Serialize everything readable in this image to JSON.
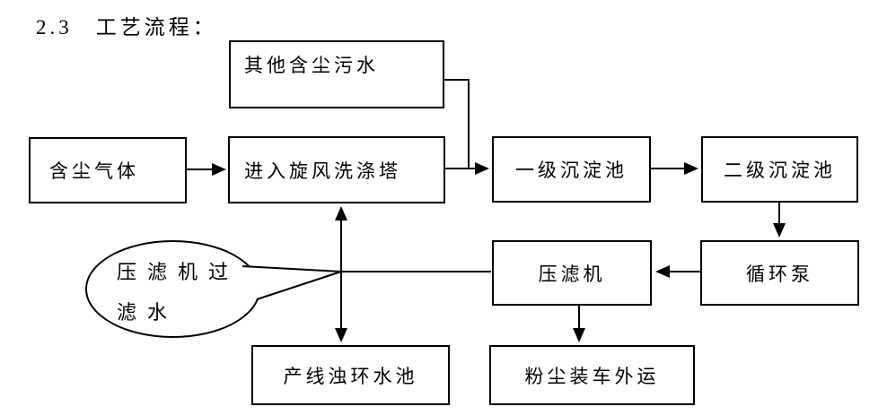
{
  "document": {
    "heading_number": "2.3",
    "heading_text": "工艺流程："
  },
  "flowchart": {
    "boxes": {
      "other_sewage": "其他含尘污水",
      "dust_gas": "含尘气体",
      "cyclone_tower": "进入旋风洗涤塔",
      "primary_tank": "一级沉淀池",
      "secondary_tank": "二级沉淀池",
      "filter_press": "压滤机",
      "circulation_pump": "循环泵",
      "turbid_pool": "产线浊环水池",
      "dust_truck": "粉尘装车外运"
    },
    "callout": {
      "line1": "压滤机过",
      "line2": "滤水",
      "full_text": "压滤机过滤水"
    },
    "edges": [
      {
        "from": "含尘气体",
        "to": "进入旋风洗涤塔"
      },
      {
        "from": "其他含尘污水",
        "to": "一级沉淀池"
      },
      {
        "from": "进入旋风洗涤塔",
        "to": "一级沉淀池"
      },
      {
        "from": "一级沉淀池",
        "to": "二级沉淀池"
      },
      {
        "from": "二级沉淀池",
        "to": "循环泵"
      },
      {
        "from": "循环泵",
        "to": "压滤机"
      },
      {
        "from": "压滤机",
        "to": "进入旋风洗涤塔",
        "label": "压滤机过滤水"
      },
      {
        "from": "压滤机",
        "to": "产线浊环水池",
        "label": "压滤机过滤水"
      },
      {
        "from": "压滤机",
        "to": "粉尘装车外运"
      }
    ],
    "colors": {
      "line": "#000000",
      "box_fill": "#ffffff",
      "text": "#000000"
    }
  }
}
